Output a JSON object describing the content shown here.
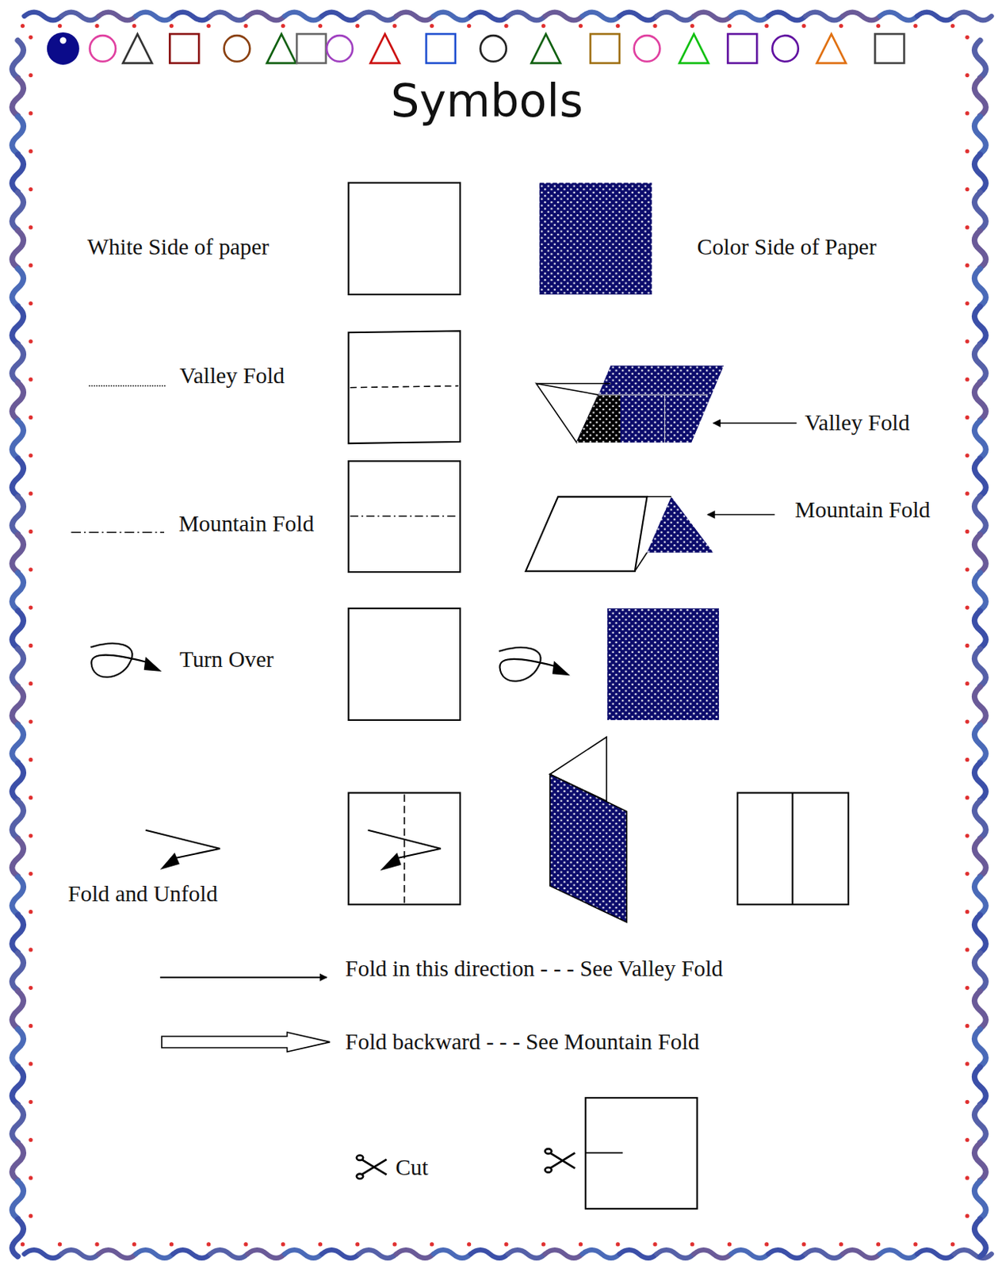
{
  "diagram": {
    "title": "Symbols",
    "labels": [
      "White Side of paper",
      "Color Side of Paper",
      "Valley Fold",
      "Valley Fold",
      "Mountain Fold",
      "Mountain Fold",
      "Turn Over",
      "Fold and Unfold",
      "Fold in this direction - - - See Valley Fold",
      "Fold backward - - - See Mountain Fold",
      "Cut"
    ]
  }
}
